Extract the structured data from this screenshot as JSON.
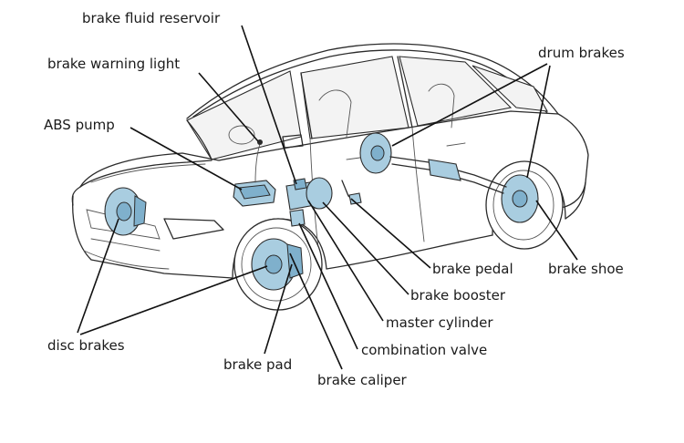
{
  "labels": {
    "brake_fluid_reservoir": "brake fluid reservoir",
    "brake_warning_light": "brake warning light",
    "abs_pump": "ABS pump",
    "drum_brakes": "drum brakes",
    "disc_brakes": "disc brakes",
    "brake_pedal": "brake pedal",
    "brake_shoe": "brake shoe",
    "brake_booster": "brake booster",
    "master_cylinder": "master cylinder",
    "combination_valve": "combination valve",
    "brake_pad": "brake pad",
    "brake_caliper": "brake caliper"
  },
  "colors": {
    "part_fill": "#a9cde0",
    "part_dark": "#7fb0cc",
    "outline": "#2b2b2b",
    "text": "#1a1a1a"
  }
}
